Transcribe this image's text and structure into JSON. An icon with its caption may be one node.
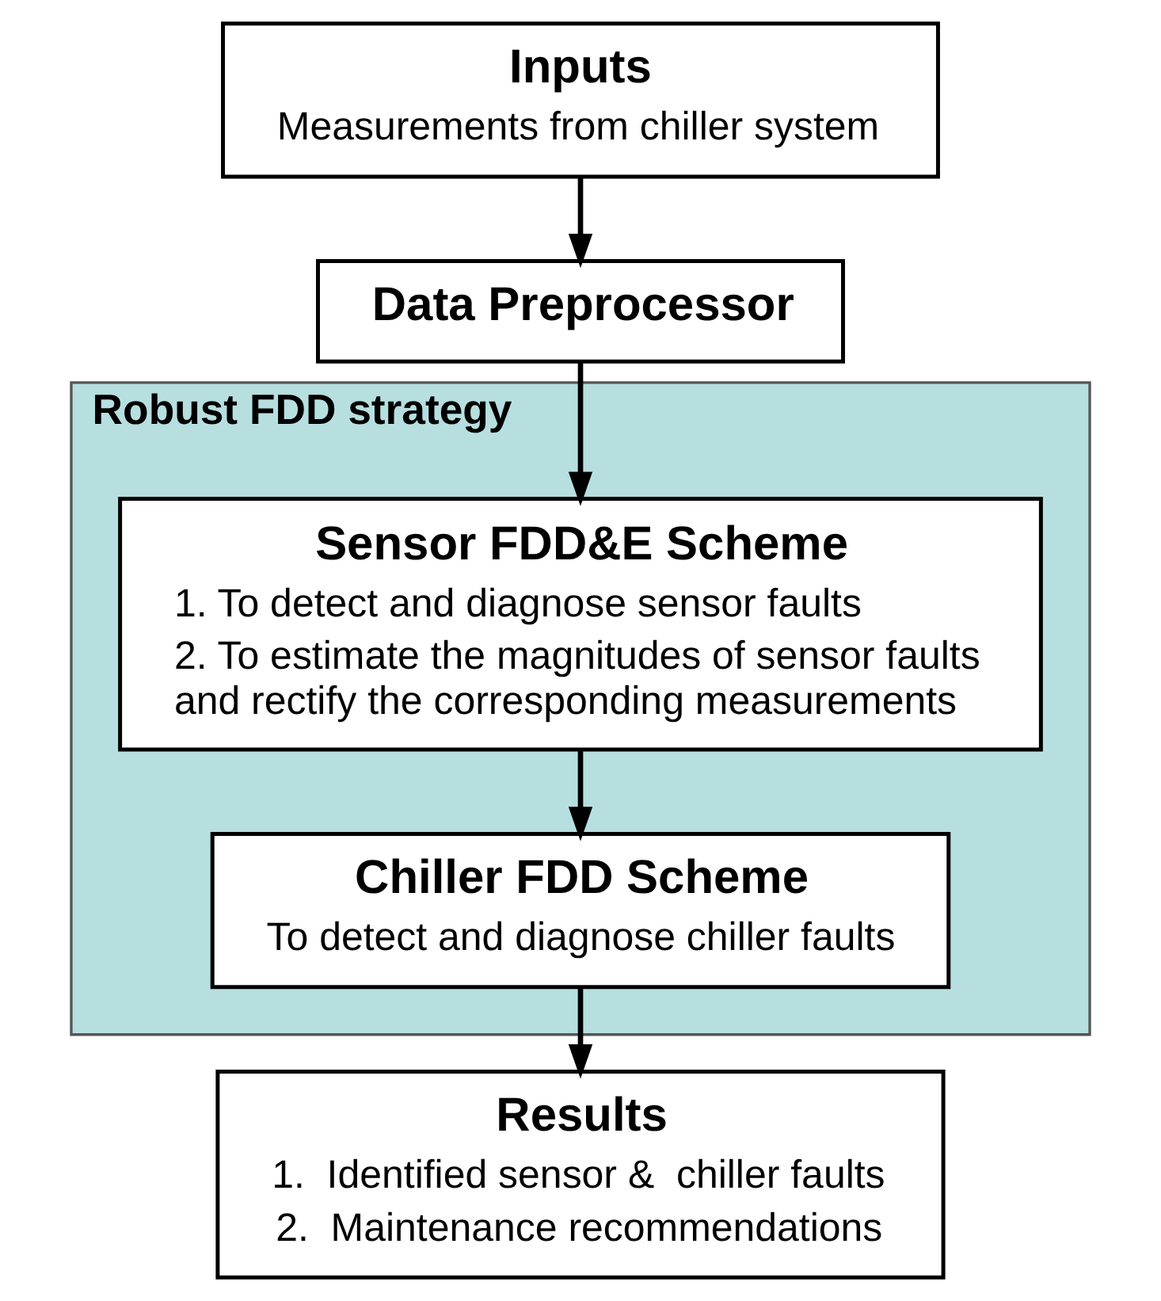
{
  "diagram": {
    "nodes": [
      {
        "text": [
          "Inputs",
          "Measurements from chiller system"
        ]
      },
      {
        "text": [
          "Data Preprocessor"
        ]
      },
      {
        "text": [
          "Robust FDD strategy"
        ]
      },
      {
        "text": [
          "Sensor FDD&E Scheme",
          "1. To detect and diagnose sensor faults",
          "2. To estimate the magnitudes of sensor faults and rectify the corresponding measurements"
        ],
        "in": 2
      },
      {
        "text": [
          "Chiller FDD Scheme",
          "To detect and diagnose chiller faults"
        ],
        "in": 2
      },
      {
        "text": [
          "Results",
          "1.  Identified sensor &  chiller faults",
          "2.  Maintenance recommendations"
        ]
      }
    ],
    "edges": [
      {
        "from": 0,
        "to": 1,
        "arrow": "to"
      },
      {
        "from": 1,
        "to": 3,
        "arrow": "to"
      },
      {
        "from": 3,
        "to": 4,
        "arrow": "to"
      },
      {
        "from": 4,
        "to": 5,
        "arrow": "to"
      }
    ]
  }
}
